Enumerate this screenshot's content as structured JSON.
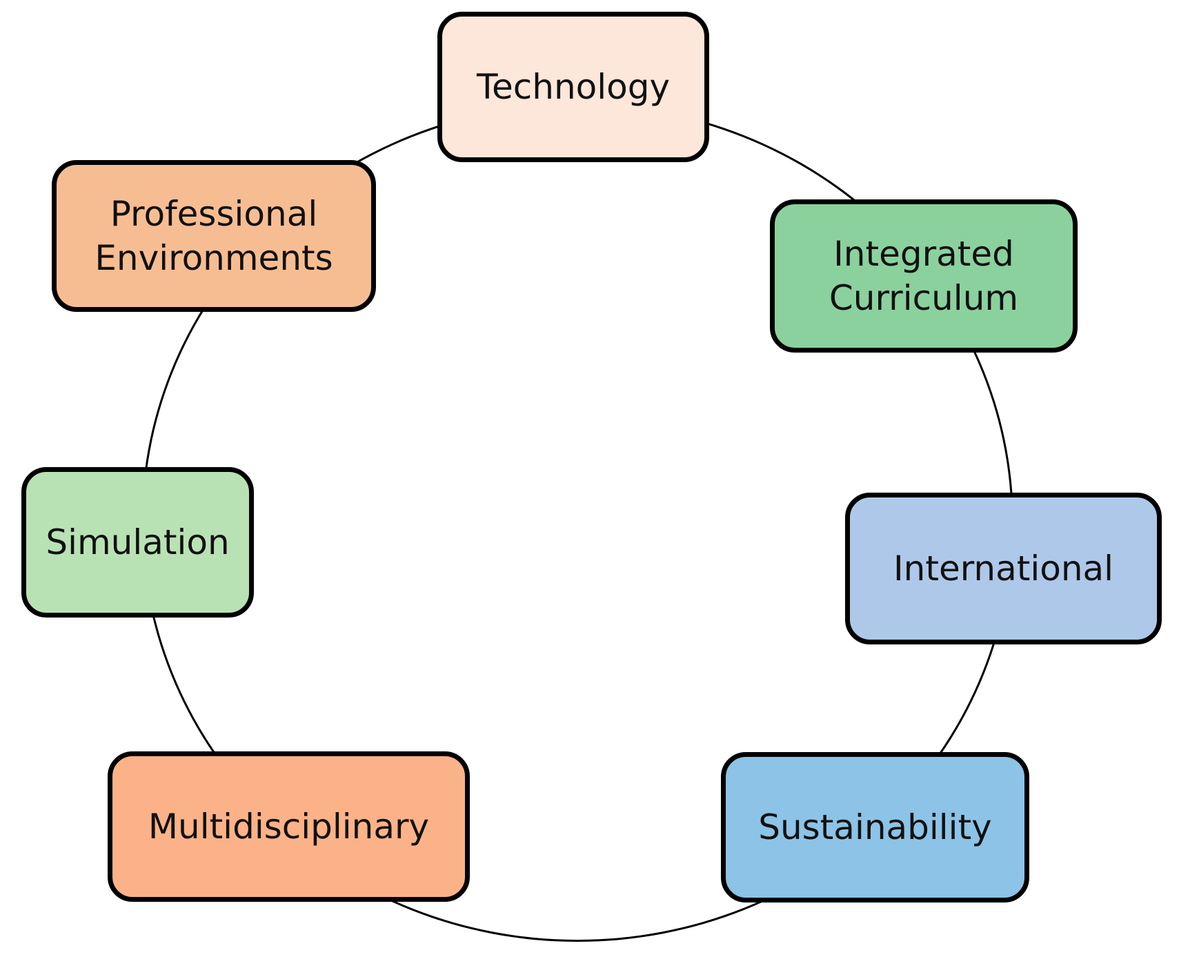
{
  "diagram": {
    "nodes": [
      {
        "id": "technology",
        "label": "Technology",
        "color": "#FDE6DA"
      },
      {
        "id": "professional-environments",
        "label": "Professional\nEnvironments",
        "color": "#F7BD92"
      },
      {
        "id": "integrated-curriculum",
        "label": "Integrated\nCurriculum",
        "color": "#8BD19E"
      },
      {
        "id": "simulation",
        "label": "Simulation",
        "color": "#B9E2B4"
      },
      {
        "id": "international",
        "label": "International",
        "color": "#AEC8E9"
      },
      {
        "id": "multidisciplinary",
        "label": "Multidisciplinary",
        "color": "#FBB288"
      },
      {
        "id": "sustainability",
        "label": "Sustainability",
        "color": "#8CC3E6"
      }
    ]
  }
}
